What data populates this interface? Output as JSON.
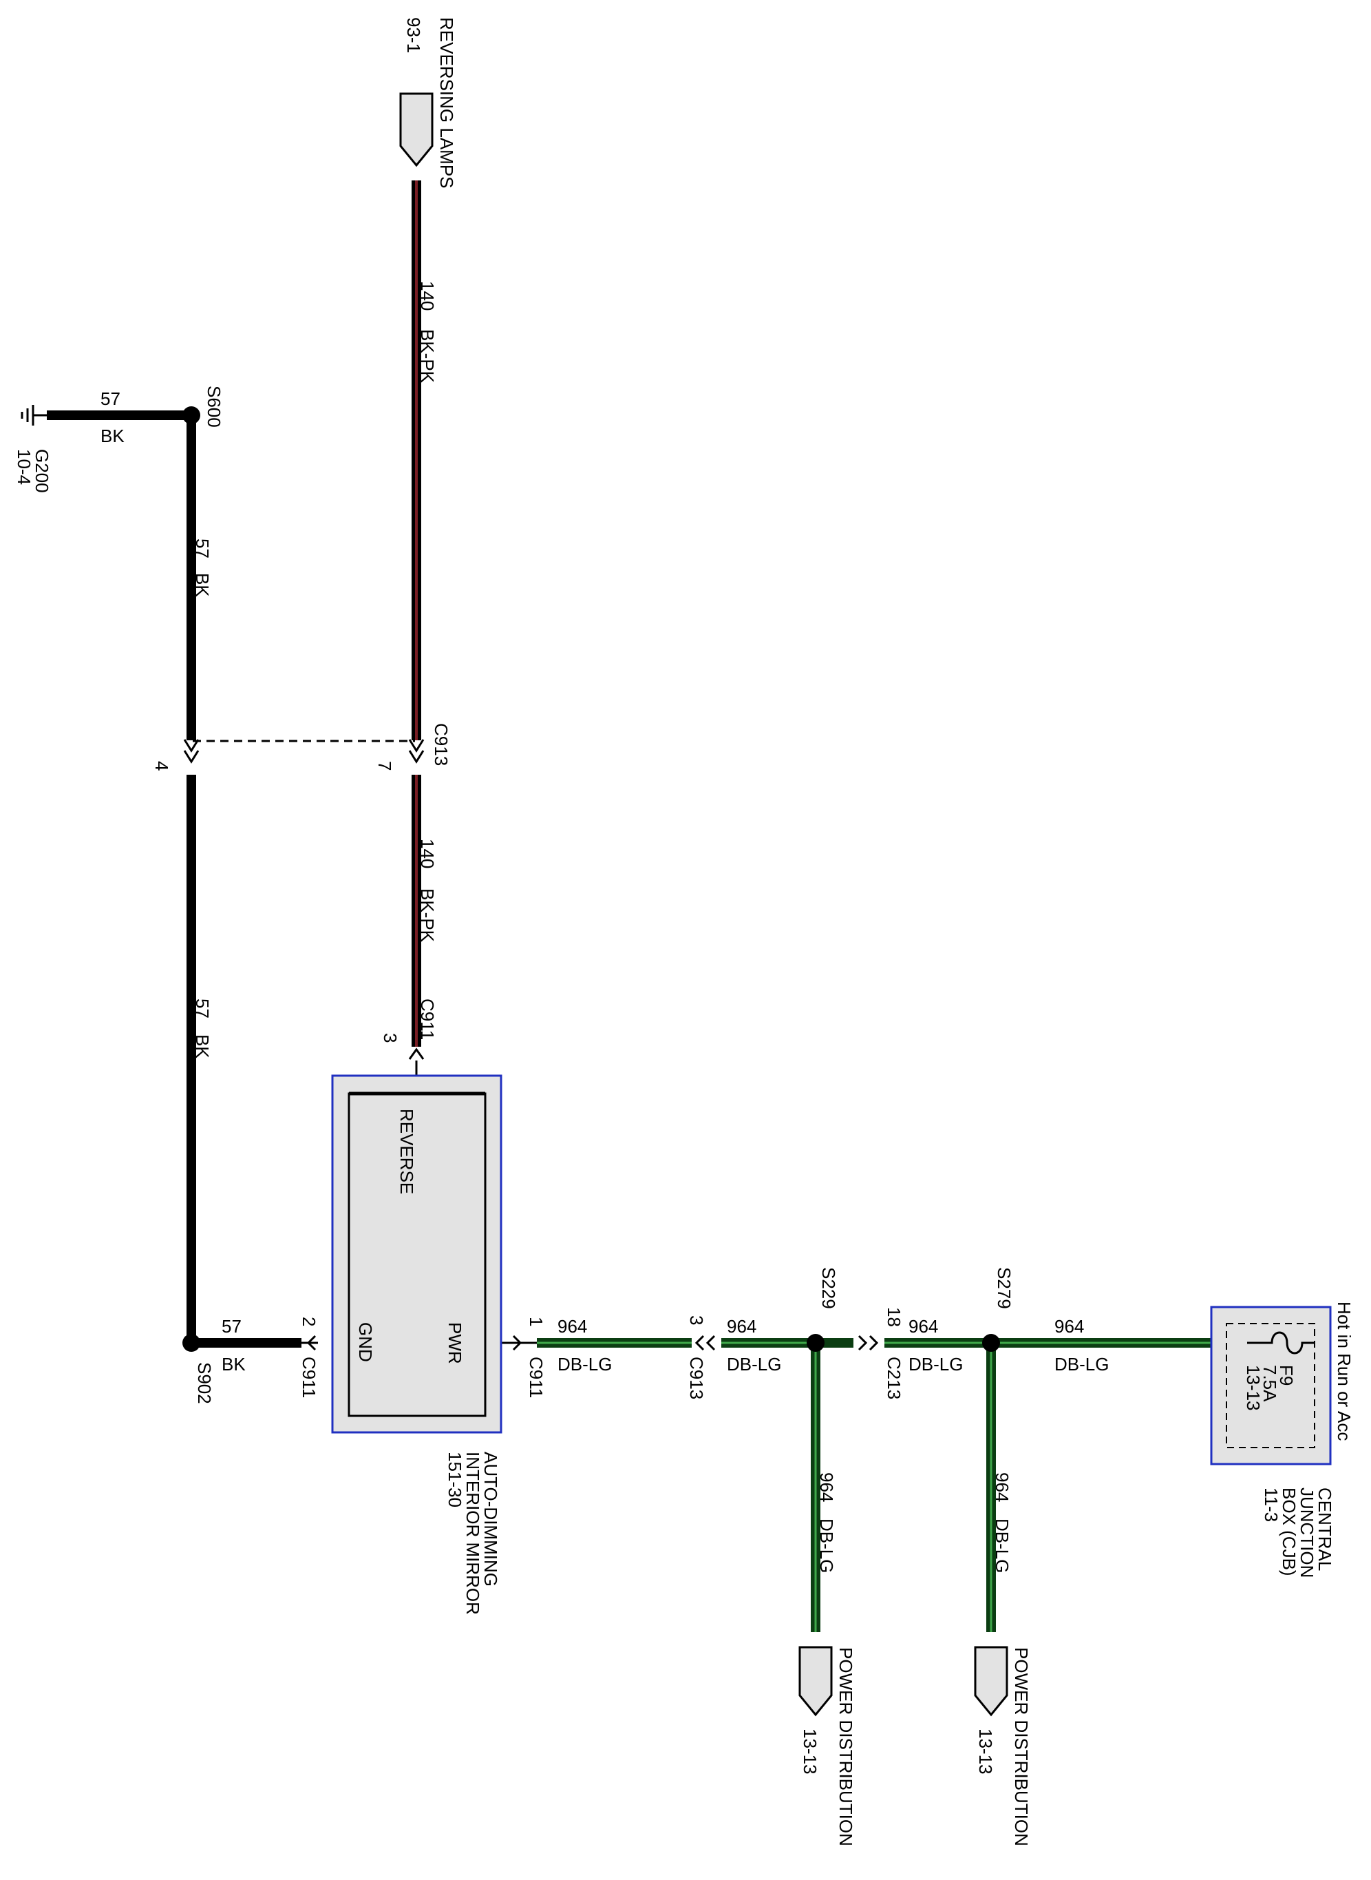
{
  "colors": {
    "bk": "#000000",
    "bk_pk": "#7a1e24",
    "db_lg": "#0b3d12",
    "lg_stripe": "#3fa84a",
    "box_fill": "#e3e3e3",
    "box_border": "#2030c0"
  },
  "reversing_lamps": {
    "name": "REVERSING LAMPS",
    "ref": "93-1"
  },
  "wire_140": {
    "circuit": "140",
    "color": "BK-PK"
  },
  "wire_57": {
    "circuit": "57",
    "color": "BK"
  },
  "wire_964": {
    "circuit": "964",
    "color": "DB-LG"
  },
  "ground": {
    "name": "G200",
    "ref": "10-4"
  },
  "splices": {
    "s600": "S600",
    "s902": "S902",
    "s229": "S229",
    "s279": "S279"
  },
  "connectors": {
    "c913": "C913",
    "c911": "C911",
    "c213": "C213"
  },
  "pins": {
    "p4": "4",
    "p7": "7",
    "p3": "3",
    "p2": "2",
    "p1": "1",
    "p18": "18"
  },
  "mirror": {
    "name_line1": "AUTO-DIMMING",
    "name_line2": "INTERIOR MIRROR",
    "ref": "151-30",
    "reverse_label": "REVERSE",
    "pwr_label": "PWR",
    "gnd_label": "GND"
  },
  "cjb": {
    "hot_label": "Hot in Run or Acc",
    "fuse_name": "F9",
    "fuse_rating": "7.5A",
    "fuse_ref": "13-13",
    "name_line1": "CENTRAL",
    "name_line2": "JUNCTION",
    "name_line3": "BOX (CJB)",
    "ref": "11-3"
  },
  "power_distribution": {
    "name": "POWER DISTRIBUTION",
    "ref": "13-13"
  }
}
